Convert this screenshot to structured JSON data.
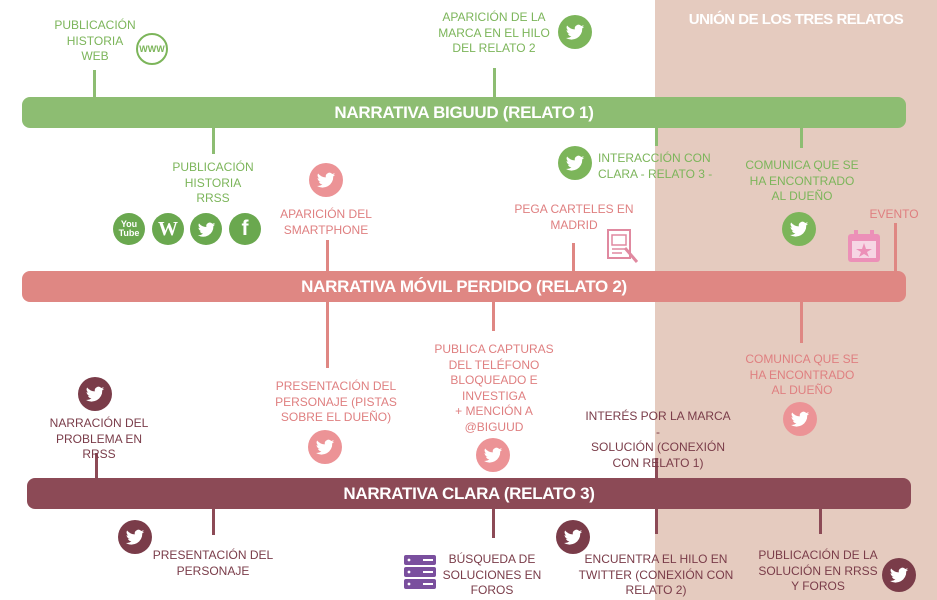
{
  "overlay_title": "UNIÓN DE LOS TRES RELATOS",
  "bars": {
    "relato1": "NARRATIVA BIGUUD (RELATO 1)",
    "relato2": "NARRATIVA MÓVIL PERDIDO (RELATO 2)",
    "relato3": "NARRATIVA CLARA (RELATO 3)"
  },
  "relato1_labels": {
    "web": "PUBLICACIÓN\nHISTORIA\nWEB",
    "www": "WWW",
    "marca_hilo": "APARICIÓN DE LA\nMARCA EN EL HILO\nDEL RELATO 2",
    "rrss": "PUBLICACIÓN\nHISTORIA\nRRSS",
    "interaccion": "INTERACCIÓN CON\nCLARA - RELATO 3 -",
    "comunica": "COMUNICA QUE SE\nHA ENCONTRADO\nAL DUEÑO"
  },
  "social_icons": {
    "youtube": "You\nTube",
    "wordpress": "W",
    "facebook": "f"
  },
  "relato2_labels": {
    "smartphone": "APARICIÓN DEL\nSMARTPHONE",
    "carteles": "PEGA CARTELES EN\nMADRID",
    "evento": "EVENTO",
    "presentacion": "PRESENTACIÓN DEL\nPERSONAJE (PISTAS\nSOBRE EL DUEÑO)",
    "capturas": "PUBLICA CAPTURAS\nDEL TELÉFONO\nBLOQUEADO E\nINVESTIGA\n+ MENCIÓN A\n@BIGUUD",
    "comunica": "COMUNICA QUE SE\nHA ENCONTRADO\nAL DUEÑO"
  },
  "relato3_labels": {
    "narracion": "NARRACIÓN DEL\nPROBLEMA EN RRSS",
    "interes": "INTERÉS POR LA MARCA -\nSOLUCIÓN (CONEXIÓN\nCON RELATO 1)",
    "presentacion": "PRESENTACIÓN DEL\nPERSONAJE",
    "busqueda": "BÚSQUEDA DE\nSOLUCIONES EN\nFOROS",
    "encuentra": "ENCUENTRA EL HILO EN\nTWITTER (CONEXIÓN CON\nRELATO 2)",
    "publicacion": "PUBLICACIÓN DE LA\nSOLUCIÓN EN RRSS\nY FOROS"
  },
  "colors": {
    "relato1": "#8dbd72",
    "relato2": "#df8783",
    "relato3": "#8c4a56",
    "overlay": "#d0a08a"
  },
  "icons": [
    "twitter-icon",
    "www-icon",
    "youtube-icon",
    "wordpress-icon",
    "facebook-icon",
    "poster-icon",
    "calendar-icon",
    "server-icon"
  ]
}
